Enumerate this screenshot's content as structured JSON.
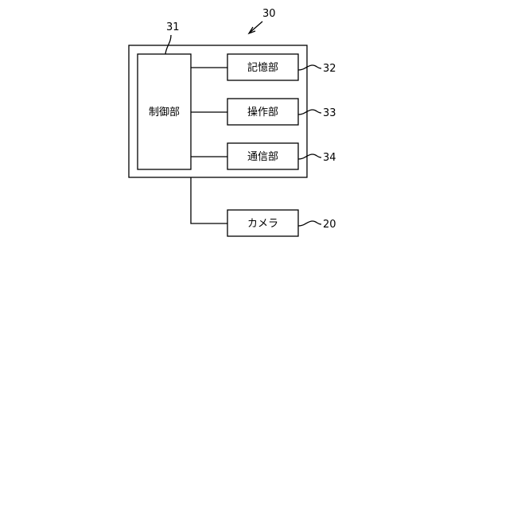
{
  "device": {
    "ref": "30"
  },
  "control_unit": {
    "label": "制御部",
    "ref": "31"
  },
  "storage_unit": {
    "label": "記憶部",
    "ref": "32"
  },
  "operation_unit": {
    "label": "操作部",
    "ref": "33"
  },
  "communication_unit": {
    "label": "通信部",
    "ref": "34"
  },
  "camera": {
    "label": "カメラ",
    "ref": "20"
  },
  "colors": {
    "line": "#000000",
    "background": "#ffffff"
  }
}
